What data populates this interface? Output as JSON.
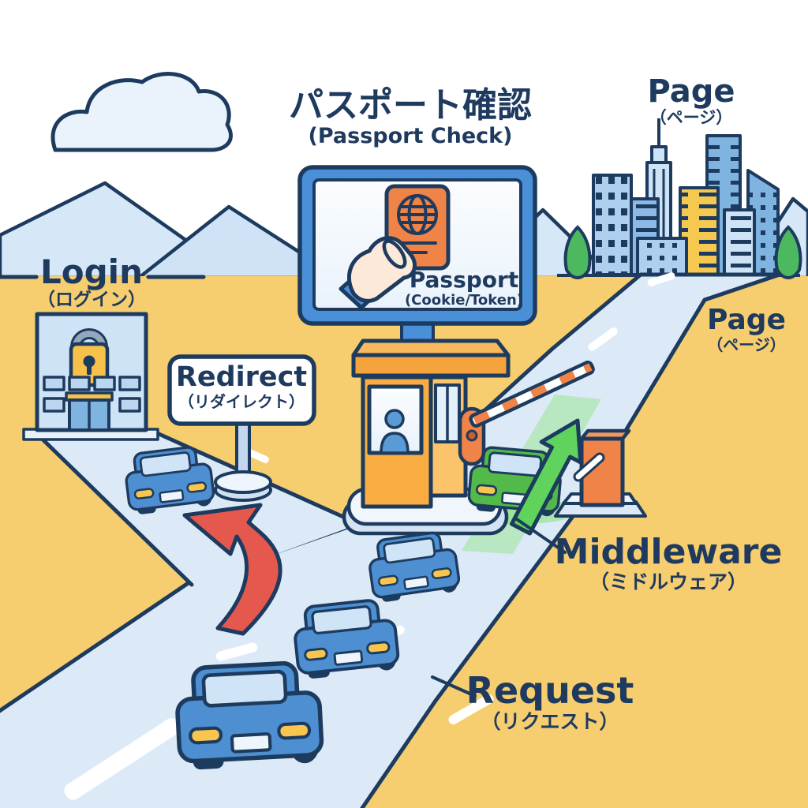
{
  "title": {
    "jp": "パスポート確認",
    "en": "(Passport Check)"
  },
  "billboard": {
    "main": "Passport",
    "sub": "(Cookie/Token)"
  },
  "labels": {
    "page_top": {
      "main": "Page",
      "sub": "（ページ）"
    },
    "page_road": {
      "main": "Page",
      "sub": "（ページ）"
    },
    "login": {
      "main": "Login",
      "sub": "（ログイン）"
    },
    "redirect": {
      "main": "Redirect",
      "sub": "（リダイレクト）"
    },
    "middleware": {
      "main": "Middleware",
      "sub": "（ミドルウェア）"
    },
    "request": {
      "main": "Request",
      "sub": "（リクエスト）"
    }
  },
  "colors": {
    "outline": "#1d3b5e",
    "text": "#1e3a5f",
    "ground": "#f6cd6f",
    "road": "#dce9f7",
    "sky": "#ffffff",
    "mountain": "#d6e7f8",
    "cloud": "#eaf3fc",
    "billboard_frame": "#4a90d9",
    "passport_orange": "#f08347",
    "booth_orange": "#f9ad43",
    "car_blue": "#4d8fd1",
    "car_green": "#53b948",
    "arrow_red": "#e4584e",
    "arrow_green": "#5fd35c",
    "tail_light_yellow": "#f8c64e",
    "tree_green": "#4cb85f",
    "building_yellow": "#f5c84f"
  }
}
